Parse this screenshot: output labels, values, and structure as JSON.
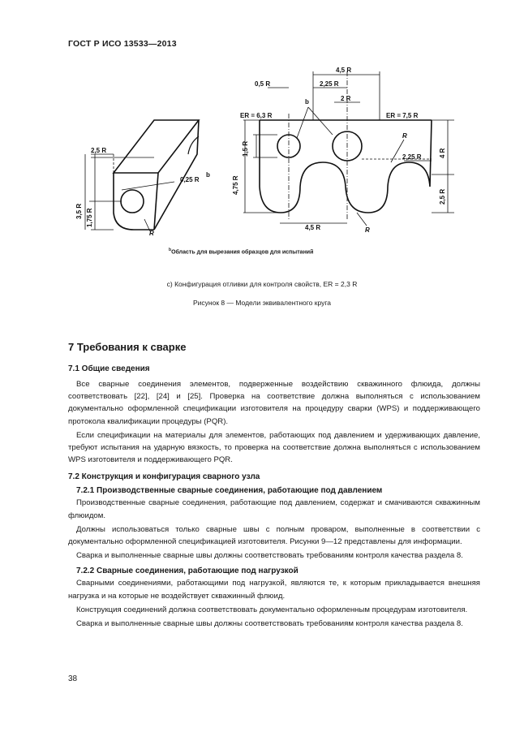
{
  "header": {
    "standard": "ГОСТ Р ИСО 13533—2013"
  },
  "figure": {
    "labels": {
      "dim_left_width": "2,5 R",
      "dim_left_r": "0,25 R",
      "dim_left_r_note": "b",
      "dim_left_height": "3,5 R",
      "dim_left_lower": "1,75 R",
      "label_r_left": "R",
      "dim_top_total": "4,5 R",
      "dim_top_offset": "0,5 R",
      "dim_top_mid": "2,25 R",
      "dim_top_hole": "2 R",
      "note_b": "b",
      "er_left": "ER = 6,3 R",
      "er_right": "ER = 7,5 R",
      "dim_hole_h": "1,5 R",
      "dim_left_tall": "4,75 R",
      "label_r_top": "R",
      "dim_right_gap": "2,25 R",
      "dim_right_4r": "4 R",
      "dim_right_25r": "2,5 R",
      "dim_bottom": "4,5 R",
      "label_r_bottom": "R"
    },
    "footnote_mark": "b",
    "footnote": "Область для вырезания образцов для испытаний",
    "caption_c": "c) Конфигурация отливки для контроля свойств, ER = 2,3 R",
    "caption": "Рисунок 8 — Модели эквивалентного круга"
  },
  "section": {
    "title": "7 Требования к сварке",
    "s71": {
      "title": "7.1 Общие сведения",
      "p1": "Все сварные соединения элементов, подверженные воздействию скважинного флюида, должны соответствовать [22], [24] и [25]. Проверка на соответствие должна выполняться с использованием документально оформленной спецификации изготовителя на процедуру сварки (WPS) и поддерживающего протокола квалификации процедуры (PQR).",
      "p2": "Если спецификации на материалы для элементов, работающих под давлением и удерживающих давление, требуют испытания на ударную вязкость, то проверка на соответствие должна выполняться с использованием WPS изготовителя и поддерживающего PQR."
    },
    "s72": {
      "title": "7.2 Конструкция и конфигурация сварного узла",
      "s721": {
        "title": "7.2.1 Производственные сварные соединения, работающие под давлением",
        "p1": "Производственные сварные соединения, работающие под давлением, содержат и смачиваются скважинным флюидом.",
        "p2": "Должны использоваться только сварные швы с полным проваром, выполненные в соответствии с документально оформленной спецификацией изготовителя. Рисунки 9—12 представлены для информации.",
        "p3": "Сварка и выполненные сварные швы должны соответствовать требованиям контроля качества раздела 8."
      },
      "s722": {
        "title": "7.2.2 Сварные соединения, работающие под нагрузкой",
        "p1": "Сварными соединениями, работающими под нагрузкой, являются те, к которым прикладывается внешняя нагрузка и на которые не воздействует скважинный флюид.",
        "p2": "Конструкция соединений должна соответствовать документально оформленным процедурам изготовителя.",
        "p3": "Сварка и выполненные сварные швы должны соответствовать требованиям контроля качества раздела 8."
      }
    }
  },
  "page_number": "38"
}
